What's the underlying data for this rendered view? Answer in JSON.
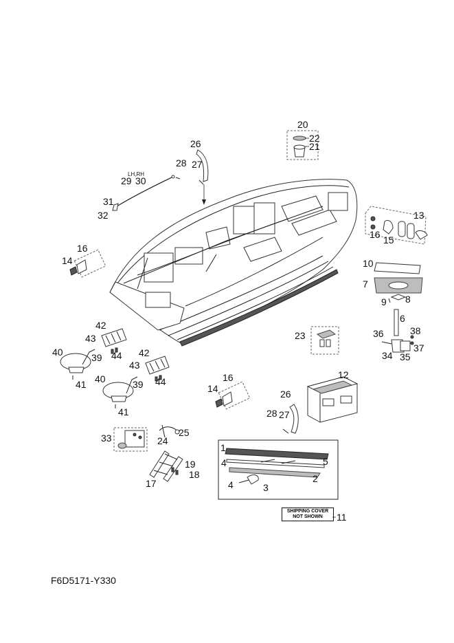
{
  "callouts": {
    "c1": "1",
    "c2": "2",
    "c3": "3",
    "c4a": "4",
    "c4b": "4",
    "c5": "5",
    "c6": "6",
    "c7": "7",
    "c8": "8",
    "c9": "9",
    "c10": "10",
    "c11": "11",
    "c12": "12",
    "c13": "13",
    "c14a": "14",
    "c14b": "14",
    "c15": "15",
    "c16a": "16",
    "c16b": "16",
    "c16c": "16",
    "c17": "17",
    "c18": "18",
    "c19": "19",
    "c20": "20",
    "c21": "21",
    "c22": "22",
    "c23": "23",
    "c24": "24",
    "c25": "25",
    "c26a": "26",
    "c26b": "26",
    "c27a": "27",
    "c27b": "27",
    "c28a": "28",
    "c28b": "28",
    "c29": "29",
    "c30": "30",
    "c31": "31",
    "c32": "32",
    "c33": "33",
    "c34": "34",
    "c35": "35",
    "c36": "36",
    "c37": "37",
    "c38": "38",
    "c39a": "39",
    "c39b": "39",
    "c40a": "40",
    "c40b": "40",
    "c41a": "41",
    "c41b": "41",
    "c42a": "42",
    "c42b": "42",
    "c43a": "43",
    "c43b": "43",
    "c44a": "44",
    "c44b": "44"
  },
  "side_label": "LH,RH",
  "shipping_note": {
    "line1": "SHIPPING COVER",
    "line2": "NOT SHOWN"
  },
  "catalog_number": "F6D5171-Y330"
}
